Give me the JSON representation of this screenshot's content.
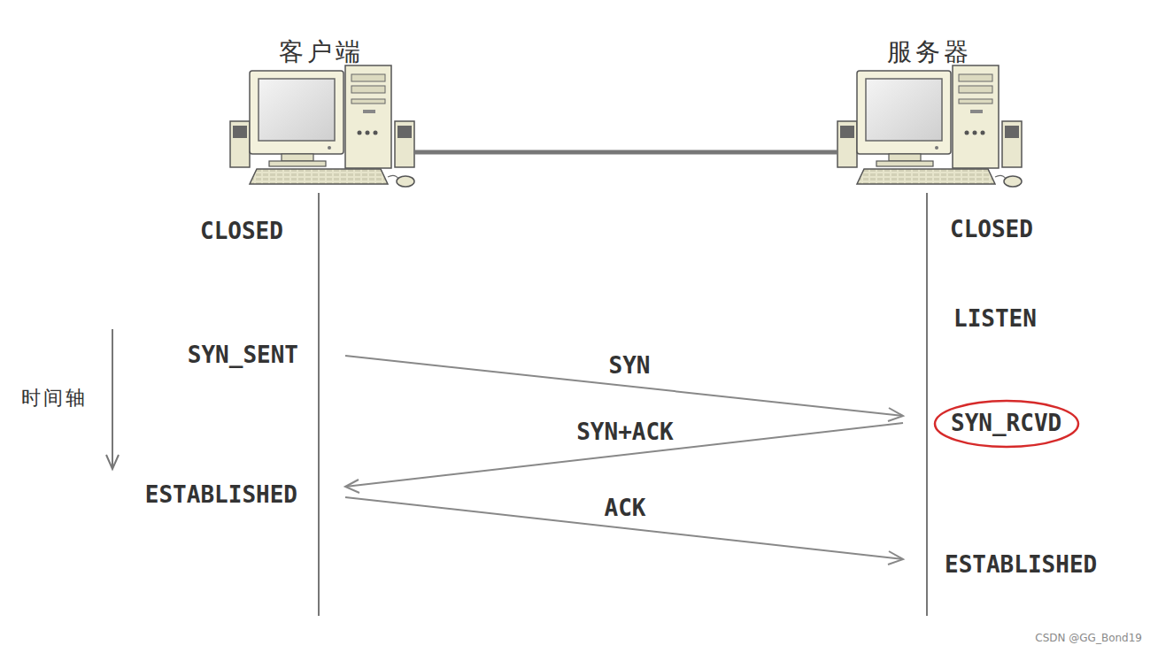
{
  "diagram": {
    "nodes": [
      {
        "text": [
          "客户端"
        ]
      },
      {
        "text": [
          "服务器"
        ]
      },
      {
        "text": [
          "SYN_RCVD"
        ]
      }
    ],
    "edges": [
      {
        "from": 0,
        "to": 1,
        "arrow": "none"
      }
    ],
    "labels": [
      "CLOSED",
      "CLOSED",
      "LISTEN",
      "SYN_SENT",
      "SYN",
      "SYN+ACK",
      "ESTABLISHED",
      "ACK",
      "ESTABLISHED",
      "时间轴",
      "CSDN @GG_Bond19"
    ]
  }
}
